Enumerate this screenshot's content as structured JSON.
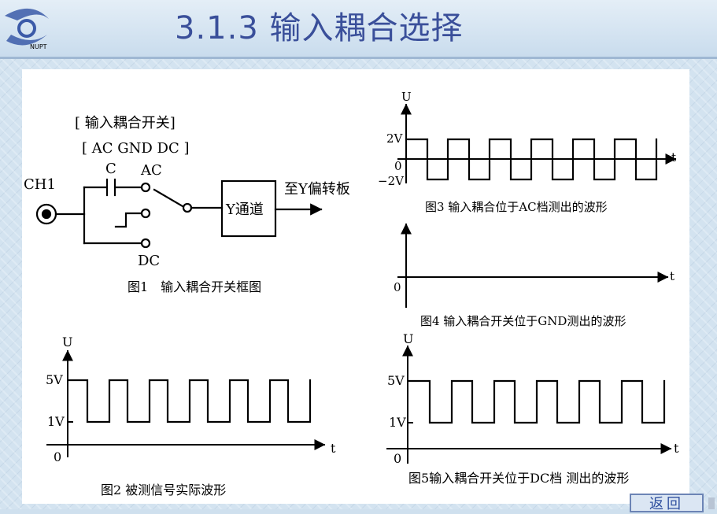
{
  "header": {
    "title": "3.1.3 输入耦合选择",
    "logo_text": "NUPT"
  },
  "fig1": {
    "switch_label": "[ 输入耦合开关]",
    "switch_options": "[ AC GND DC ]",
    "capacitor": "C",
    "ac": "AC",
    "dc": "DC",
    "input": "CH1",
    "channel_box": "Y通道",
    "output": "至Y偏转板",
    "caption": "图1　输入耦合开关框图"
  },
  "fig2": {
    "u_label": "U",
    "t_label": "t",
    "y_high": "5V",
    "y_low": "1V",
    "origin": "0",
    "caption": "图2 被测信号实际波形"
  },
  "fig3": {
    "u_label": "U",
    "t_label": "t",
    "y_high": "2V",
    "y_zero": "0",
    "y_low": "−2V",
    "caption": "图3 输入耦合位于AC档测出的波形"
  },
  "fig4": {
    "t_label": "t",
    "origin": "0",
    "caption": "图4 输入耦合开关位于GND测出的波形"
  },
  "fig5": {
    "u_label": "U",
    "t_label": "t",
    "y_high": "5V",
    "y_low": "1V",
    "origin": "0",
    "caption": "图5输入耦合开关位于DC档 测出的波形"
  },
  "nav": {
    "back_label": "返回"
  }
}
